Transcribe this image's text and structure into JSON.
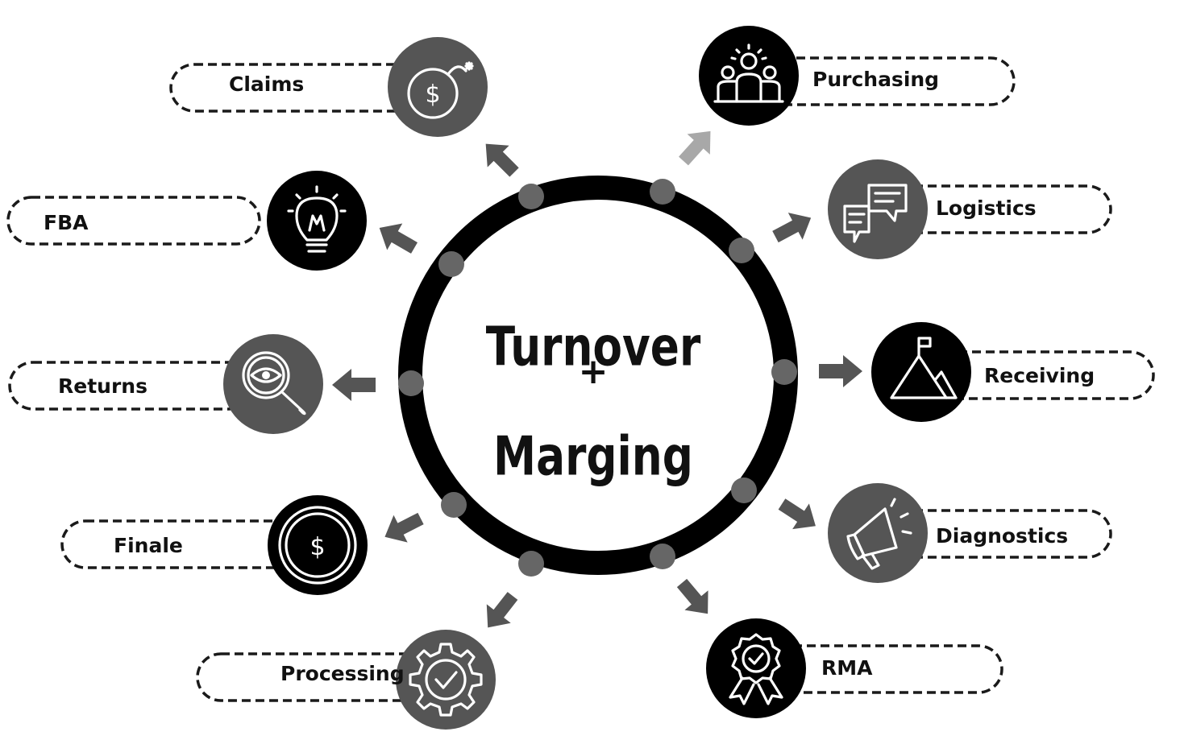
{
  "center": {
    "line1": "Turnover",
    "line2": "+",
    "line3": "Marging"
  },
  "nodes": [
    {
      "id": "claims",
      "label": "Claims",
      "icon": "money-bomb-icon",
      "circle_color": "#555555"
    },
    {
      "id": "purchasing",
      "label": "Purchasing",
      "icon": "team-leader-icon",
      "circle_color": "#000000"
    },
    {
      "id": "fba",
      "label": "FBA",
      "icon": "lightbulb-icon",
      "circle_color": "#000000"
    },
    {
      "id": "logistics",
      "label": "Logistics",
      "icon": "chat-bubbles-icon",
      "circle_color": "#555555"
    },
    {
      "id": "returns",
      "label": "Returns",
      "icon": "magnifier-eye-icon",
      "circle_color": "#555555"
    },
    {
      "id": "receiving",
      "label": "Receiving",
      "icon": "mountain-flag-icon",
      "circle_color": "#000000"
    },
    {
      "id": "finale",
      "label": "Finale",
      "icon": "dollar-coin-icon",
      "circle_color": "#000000"
    },
    {
      "id": "diagnostics",
      "label": "Diagnostics",
      "icon": "megaphone-icon",
      "circle_color": "#555555"
    },
    {
      "id": "processing",
      "label": "Processing",
      "icon": "gear-check-icon",
      "circle_color": "#555555"
    },
    {
      "id": "rma",
      "label": "RMA",
      "icon": "award-badge-icon",
      "circle_color": "#000000"
    }
  ],
  "colors": {
    "ring": "#000000",
    "ring_dots": "#666666",
    "arrow_dark": "#555555",
    "arrow_light": "#a8a8a8",
    "pill_stroke": "#1a1a1a"
  }
}
